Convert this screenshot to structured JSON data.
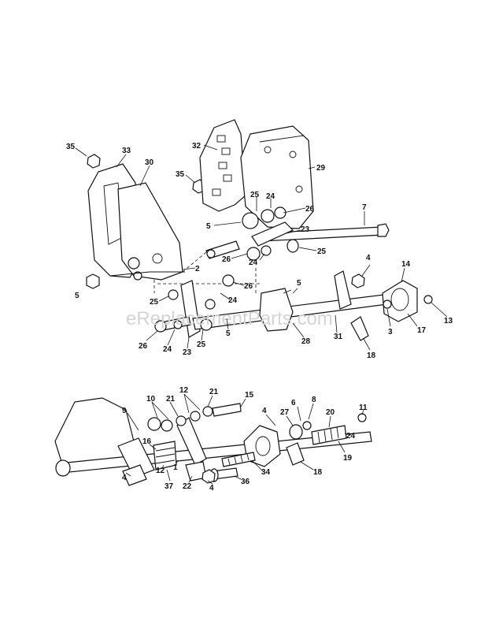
{
  "watermark": "eReplacementParts.com",
  "callouts_upper": [
    "35",
    "33",
    "30",
    "32",
    "35",
    "29",
    "25",
    "24",
    "26",
    "5",
    "7",
    "23",
    "26",
    "24",
    "25",
    "2",
    "26",
    "4",
    "14",
    "5",
    "24",
    "25",
    "5",
    "13",
    "17",
    "3",
    "26",
    "24",
    "23",
    "25",
    "5",
    "28",
    "31",
    "18"
  ],
  "callouts_lower": [
    "12",
    "21",
    "15",
    "10",
    "21",
    "9",
    "4",
    "6",
    "8",
    "11",
    "27",
    "20",
    "24",
    "16",
    "19",
    "4",
    "12",
    "1",
    "34",
    "18",
    "37",
    "22",
    "4",
    "36"
  ]
}
